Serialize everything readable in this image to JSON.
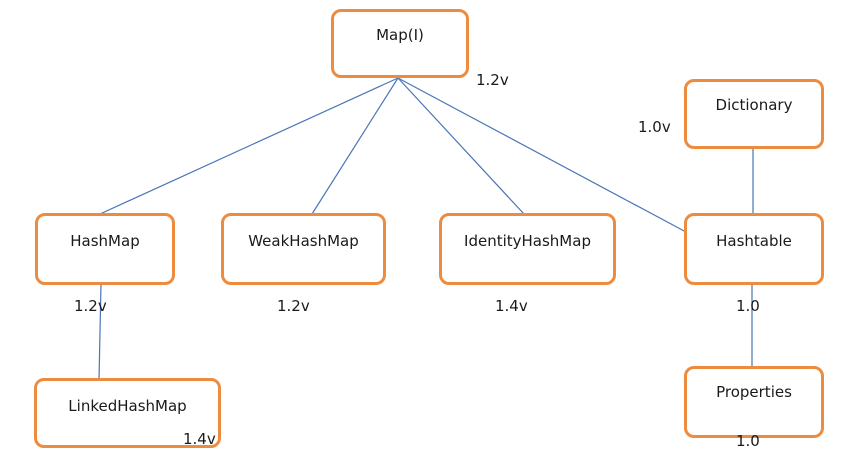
{
  "diagram": {
    "nodes": {
      "map": "Map(I)",
      "dictionary": "Dictionary",
      "hashmap": "HashMap",
      "weakhashmap": "WeakHashMap",
      "identityhashmap": "IdentityHashMap",
      "hashtable": "Hashtable",
      "linkedhashmap": "LinkedHashMap",
      "properties": "Properties"
    },
    "versions": {
      "map": "1.2v",
      "dictionary": "1.0v",
      "hashmap": "1.2v",
      "weakhashmap": "1.2v",
      "identityhashmap": "1.4v",
      "hashtable": "1.0",
      "linkedhashmap": "1.4v",
      "properties": "1.0"
    },
    "colors": {
      "node_border": "#ED8B3E",
      "connector": "#4A76B8",
      "text": "#1a1a1a"
    },
    "edges": [
      [
        "map",
        "hashmap"
      ],
      [
        "map",
        "weakhashmap"
      ],
      [
        "map",
        "identityhashmap"
      ],
      [
        "map",
        "hashtable"
      ],
      [
        "dictionary",
        "hashtable"
      ],
      [
        "hashmap",
        "linkedhashmap"
      ],
      [
        "hashtable",
        "properties"
      ]
    ]
  }
}
